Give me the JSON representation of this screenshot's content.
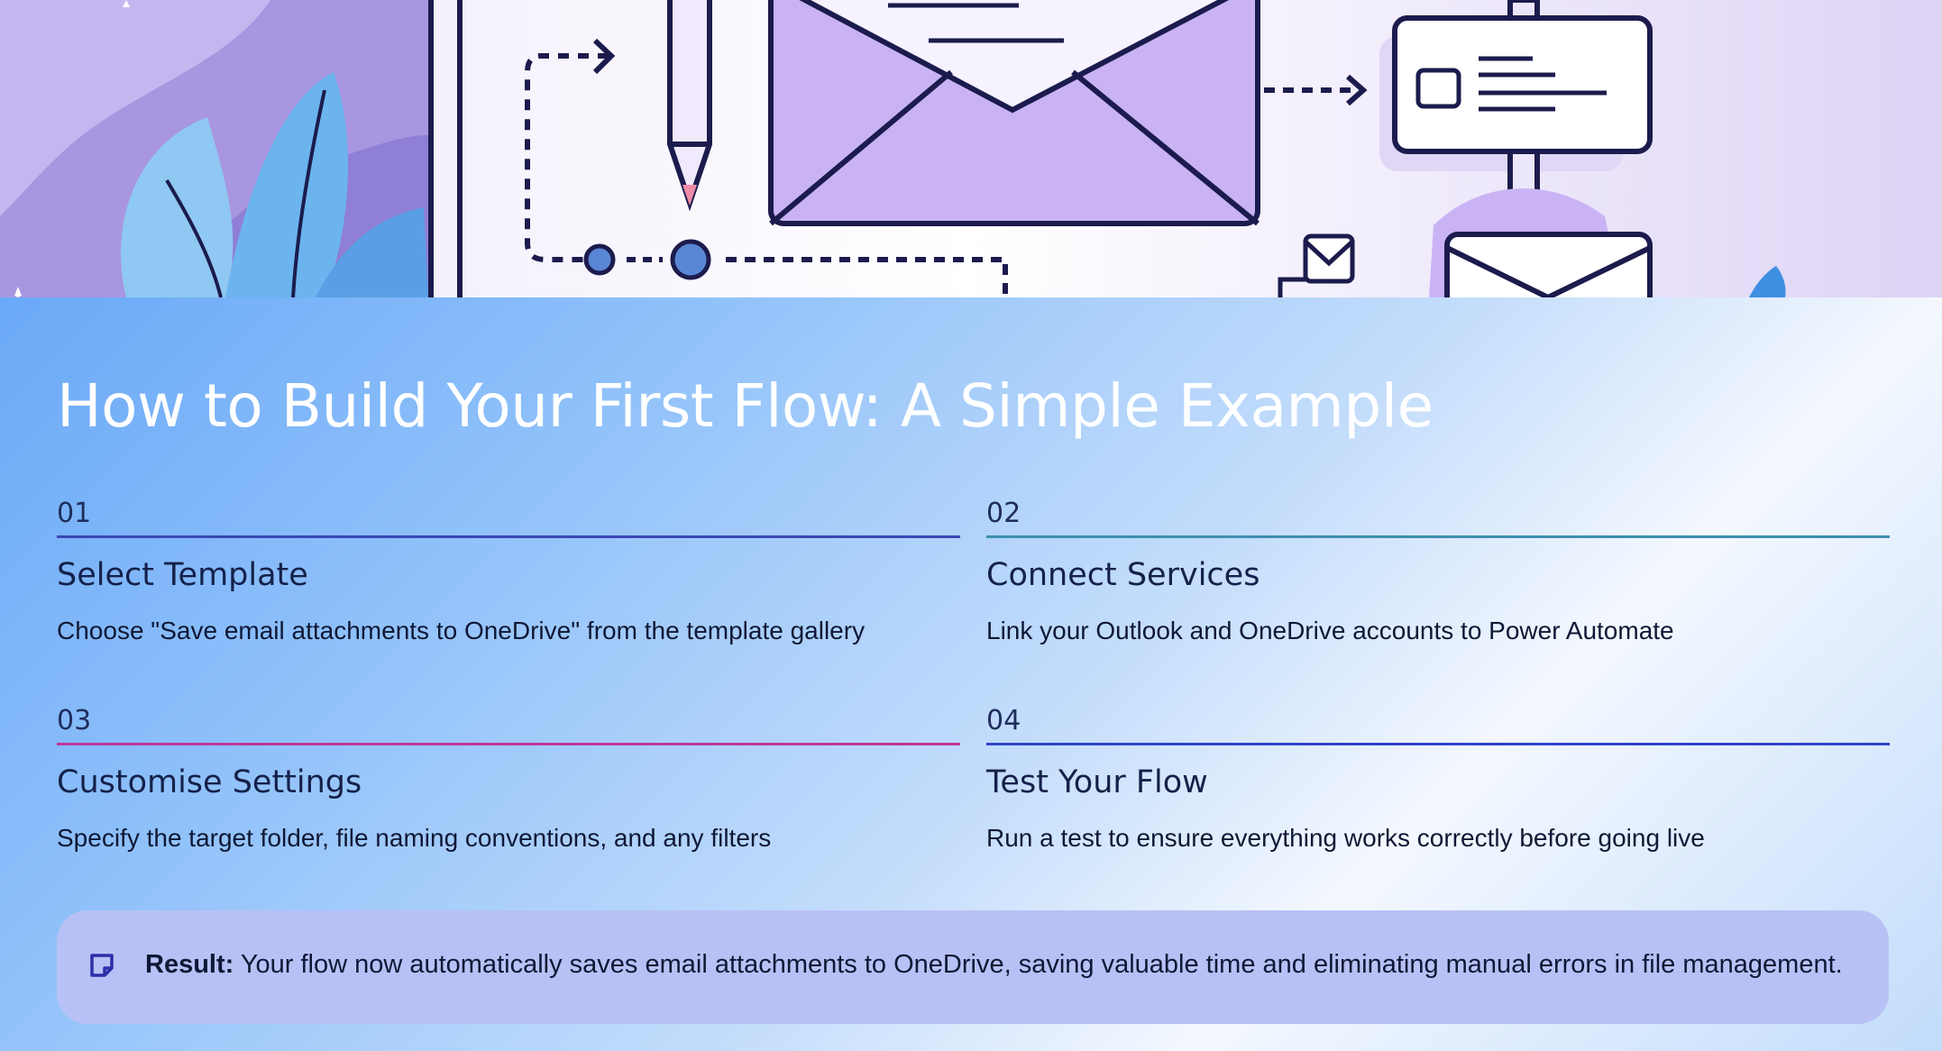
{
  "title": "How to Build Your First Flow: A Simple Example",
  "steps": [
    {
      "number": "01",
      "title": "Select Template",
      "description": "Choose \"Save email attachments to OneDrive\" from the template gallery",
      "accent": "#3a47b5"
    },
    {
      "number": "02",
      "title": "Connect Services",
      "description": "Link your Outlook and OneDrive accounts to Power Automate",
      "accent": "#3d8fae"
    },
    {
      "number": "03",
      "title": "Customise Settings",
      "description": "Specify the target folder, file naming conventions, and any filters",
      "accent": "#c0379a"
    },
    {
      "number": "04",
      "title": "Test Your Flow",
      "description": "Run a test to ensure everything works correctly before going live",
      "accent": "#2f44c8"
    }
  ],
  "result": {
    "label": "Result:",
    "text": " Your flow now automatically saves email attachments to OneDrive, saving valuable time and eliminating manual errors in file management.",
    "icon": "note-icon"
  },
  "colors": {
    "title": "#ffffff",
    "result_bg": "#b8c1f5",
    "illustration_purple": "#c9b3f5",
    "illustration_stroke": "#1c1b4d"
  }
}
